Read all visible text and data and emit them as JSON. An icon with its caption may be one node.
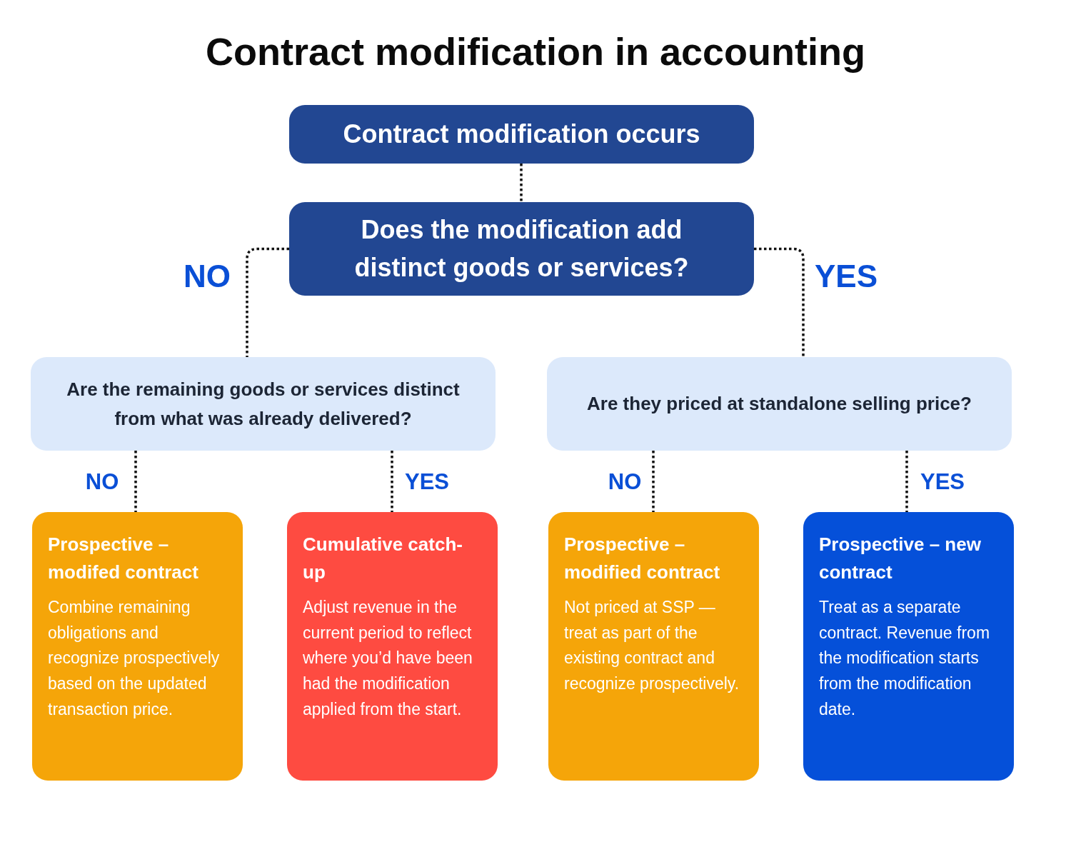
{
  "diagram": {
    "title": "Contract modification in accounting",
    "nodes": [
      {
        "text": [
          "Contract modification occurs"
        ]
      },
      {
        "text": [
          "Does the modification add distinct goods or services?"
        ]
      },
      {
        "text": [
          "Are the remaining goods or services distinct from what was already delivered?"
        ]
      },
      {
        "text": [
          "Are they priced at standalone selling price?"
        ]
      },
      {
        "text": [
          "Prospective – modifed contract",
          "Combine remaining obligations and recognize prospectively based on the updated transaction price."
        ]
      },
      {
        "text": [
          "Cumulative catch-up",
          "Adjust revenue in the current period to reflect where you’d have been had the modification applied from the start."
        ]
      },
      {
        "text": [
          "Prospective – modified contract",
          "Not priced at SSP — treat as part of the existing contract and recognize prospectively."
        ]
      },
      {
        "text": [
          "Prospective – new contract",
          "Treat as a separate contract. Revenue from the modification starts from the modification date."
        ]
      }
    ],
    "edges": [
      {
        "from": 0,
        "to": 1,
        "arrow": "none"
      },
      {
        "from": 1,
        "to": 2,
        "arrow": "none",
        "label": "NO"
      },
      {
        "from": 1,
        "to": 3,
        "arrow": "none",
        "label": "YES"
      },
      {
        "from": 2,
        "to": 4,
        "arrow": "none",
        "label": "NO"
      },
      {
        "from": 2,
        "to": 5,
        "arrow": "none",
        "label": "YES"
      },
      {
        "from": 3,
        "to": 6,
        "arrow": "none",
        "label": "NO"
      },
      {
        "from": 3,
        "to": 7,
        "arrow": "none",
        "label": "YES"
      }
    ]
  }
}
